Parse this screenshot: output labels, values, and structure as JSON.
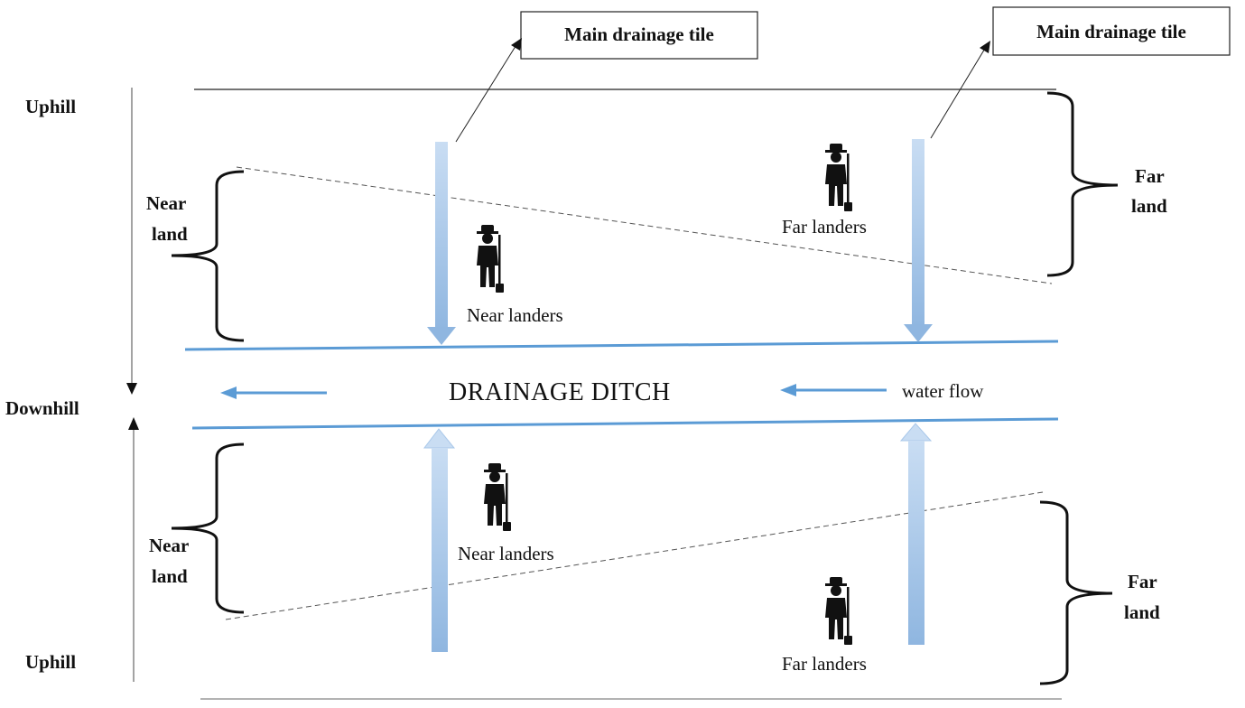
{
  "labels": {
    "uphill_top": "Uphill",
    "downhill": "Downhill",
    "uphill_bottom": "Uphill",
    "near_land_top_1": "Near",
    "near_land_top_2": "land",
    "far_land_top_1": "Far",
    "far_land_top_2": "land",
    "near_land_bottom_1": "Near",
    "near_land_bottom_2": "land",
    "far_land_bottom_1": "Far",
    "far_land_bottom_2": "land",
    "main_tile_left": "Main drainage tile",
    "main_tile_right": "Main drainage tile",
    "ditch": "DRAINAGE DITCH",
    "water_flow": "water flow",
    "near_landers_top": "Near landers",
    "far_landers_top": "Far landers",
    "near_landers_bottom": "Near landers",
    "far_landers_bottom": "Far landers"
  },
  "colors": {
    "ditch_line": "#5b9bd5",
    "tile_fill": "#a9c8ea",
    "tile_stroke": "#8fb6e0",
    "ink": "#111111"
  },
  "icons": {
    "person": "farmer-with-shovel-icon"
  }
}
